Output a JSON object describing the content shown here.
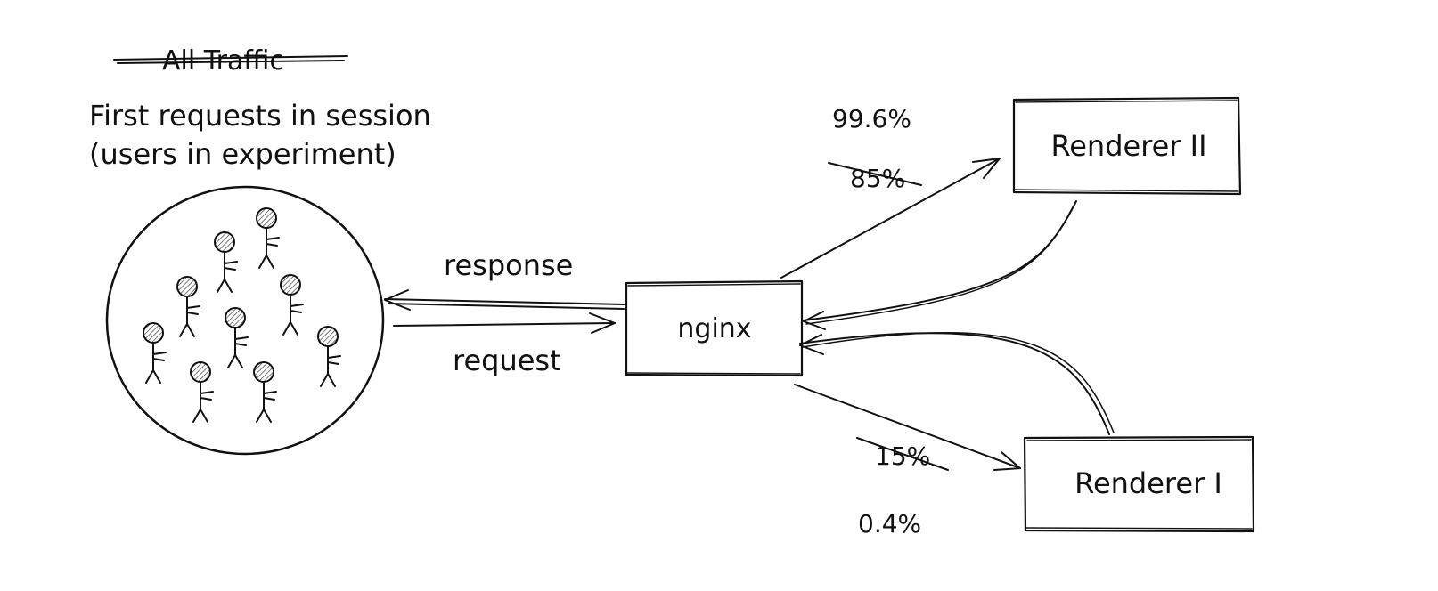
{
  "heading": {
    "struck": "All Traffic",
    "line1": "First requests in session",
    "line2": "(users in experiment)"
  },
  "edges": {
    "response": "response",
    "request": "request"
  },
  "nodes": {
    "nginx": "nginx",
    "renderer_2": "Renderer II",
    "renderer_1": "Renderer I"
  },
  "percentages": {
    "to_renderer_2_current": "99.6%",
    "to_renderer_2_old": "85%",
    "to_renderer_1_old": "15%",
    "to_renderer_1_current": "0.4%"
  },
  "colors": {
    "ink": "#111111",
    "background": "#ffffff",
    "hatch": "#555555"
  }
}
